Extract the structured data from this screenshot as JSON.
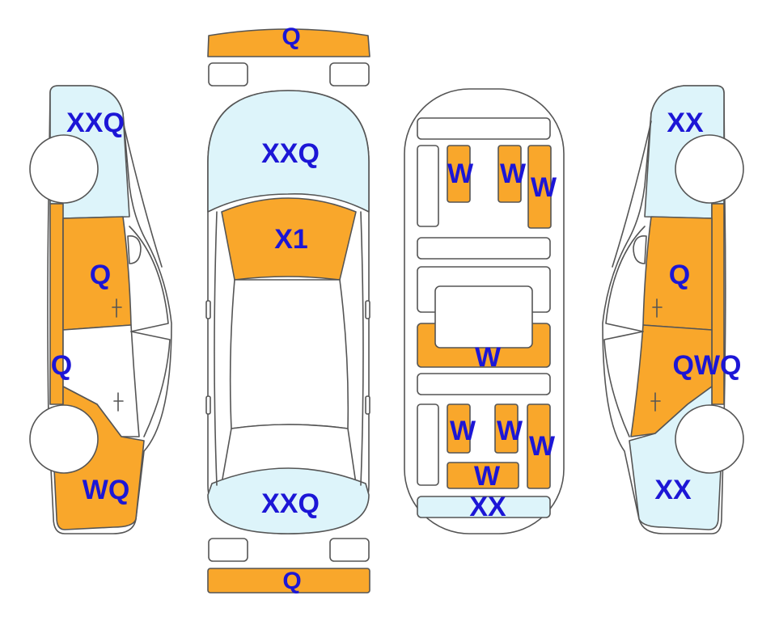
{
  "colors": {
    "damage_orange": "#f9a72b",
    "glass_lightblue": "#ddf4fa",
    "outline": "#555555",
    "label_blue": "#1c16d6",
    "background": "#ffffff"
  },
  "regions": {
    "front_bumper": {
      "code": "Q",
      "status": "orange"
    },
    "rear_bumper": {
      "code": "Q",
      "status": "orange"
    },
    "hood": {
      "code": "XXQ",
      "status": "lightblue"
    },
    "windshield": {
      "code": "X1",
      "status": "orange"
    },
    "trunk": {
      "code": "XXQ",
      "status": "lightblue"
    },
    "left_front_fender": {
      "code": "XXQ",
      "status": "lightblue"
    },
    "left_front_door": {
      "code": "Q",
      "status": "orange"
    },
    "left_rocker": {
      "code": "Q",
      "status": "orange"
    },
    "left_rear_quarter": {
      "code": "WQ",
      "status": "orange"
    },
    "right_front_fender": {
      "code": "XX",
      "status": "lightblue"
    },
    "right_front_door": {
      "code": "Q",
      "status": "orange"
    },
    "right_rear_door": {
      "code": "QWQ",
      "status": "orange"
    },
    "right_rear_quarter": {
      "code": "XX",
      "status": "lightblue"
    },
    "floor_front_left": {
      "code": "W",
      "status": "orange"
    },
    "floor_front_mid": {
      "code": "W",
      "status": "orange"
    },
    "floor_front_right": {
      "code": "W",
      "status": "orange"
    },
    "floor_center": {
      "code": "W",
      "status": "orange"
    },
    "floor_rear_left": {
      "code": "W",
      "status": "orange"
    },
    "floor_rear_mid": {
      "code": "W",
      "status": "orange"
    },
    "floor_rear_right": {
      "code": "W",
      "status": "orange"
    },
    "floor_rear_bar": {
      "code": "W",
      "status": "orange"
    },
    "floor_rear_panel": {
      "code": "XX",
      "status": "lightblue"
    }
  }
}
